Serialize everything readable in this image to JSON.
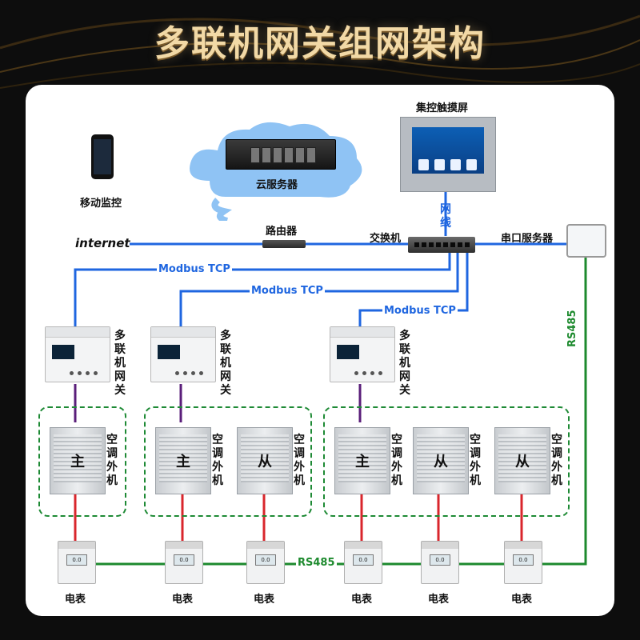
{
  "title": "多联机网关组网架构",
  "labels": {
    "cloud_server": "云服务器",
    "mobile": "移动监控",
    "touch_screen": "集控触摸屏",
    "router": "路由器",
    "switch": "交换机",
    "serial_server": "串口服务器",
    "internet": "internet",
    "net_cable": "网线",
    "modbus_tcp": "Modbus TCP",
    "rs485": "RS485",
    "gateway": "多联机网关",
    "ac_outdoor": "空调外机",
    "master": "主",
    "slave": "从",
    "meter": "电表",
    "meter_reading": "0.0"
  },
  "colors": {
    "ethernet": "#1f66e0",
    "rs485": "#1d8a2e",
    "power": "#d9262c",
    "gateway_link": "#5a1e7a",
    "title_gold": "#f2d9a6"
  }
}
